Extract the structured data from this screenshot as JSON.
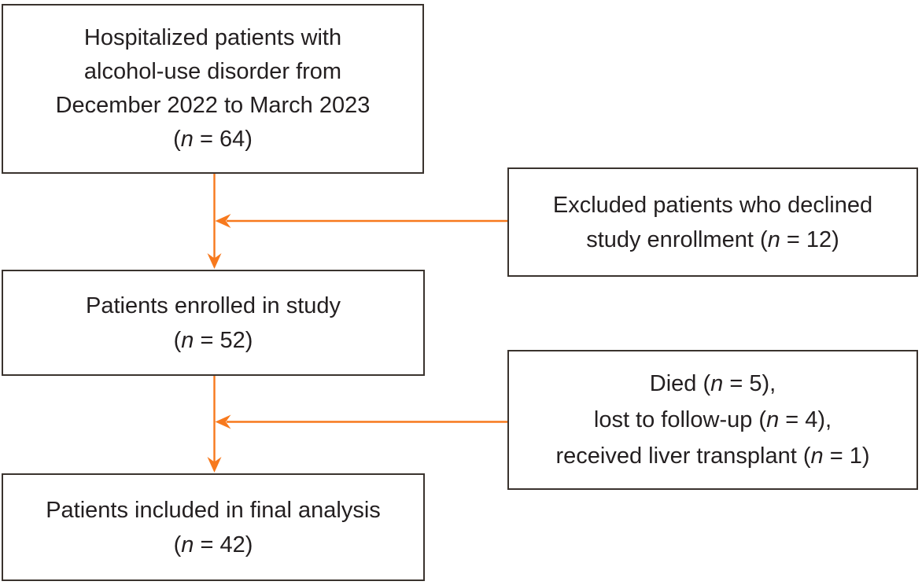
{
  "figure": {
    "type": "patient-enrollment-flow-diagram",
    "colors": {
      "arrow": "#f7791d",
      "box_border": "#3a332e",
      "text": "#231f20",
      "background": "#ffffff"
    },
    "boxes": {
      "hospitalized": {
        "line1": "Hospitalized patients with",
        "line2": "alcohol-use disorder from",
        "line3": "December 2022 to March 2023",
        "n_pre": "(",
        "n_var": "n",
        "n_post": " = 64)"
      },
      "excluded": {
        "line1": "Excluded patients who declined",
        "line2_pre": "study enrollment (",
        "line2_var": "n",
        "line2_post": " = 12)"
      },
      "enrolled": {
        "line1": "Patients enrolled in study",
        "n_pre": "(",
        "n_var": "n",
        "n_post": " = 52)"
      },
      "dropout": {
        "line1_pre": "Died (",
        "line1_var": "n",
        "line1_post": " = 5),",
        "line2_pre": "lost to follow-up (",
        "line2_var": "n",
        "line2_post": " = 4),",
        "line3_pre": "received liver transplant (",
        "line3_var": "n",
        "line3_post": " = 1)"
      },
      "final": {
        "line1": "Patients included in final analysis",
        "n_pre": "(",
        "n_var": "n",
        "n_post": " = 42)"
      }
    },
    "connectors": [
      {
        "name": "hospitalized-to-enrolled",
        "type": "arrow-down"
      },
      {
        "name": "excluded-to-junction",
        "type": "arrow-left"
      },
      {
        "name": "enrolled-to-final",
        "type": "arrow-down"
      },
      {
        "name": "dropout-to-junction",
        "type": "arrow-left"
      }
    ]
  }
}
